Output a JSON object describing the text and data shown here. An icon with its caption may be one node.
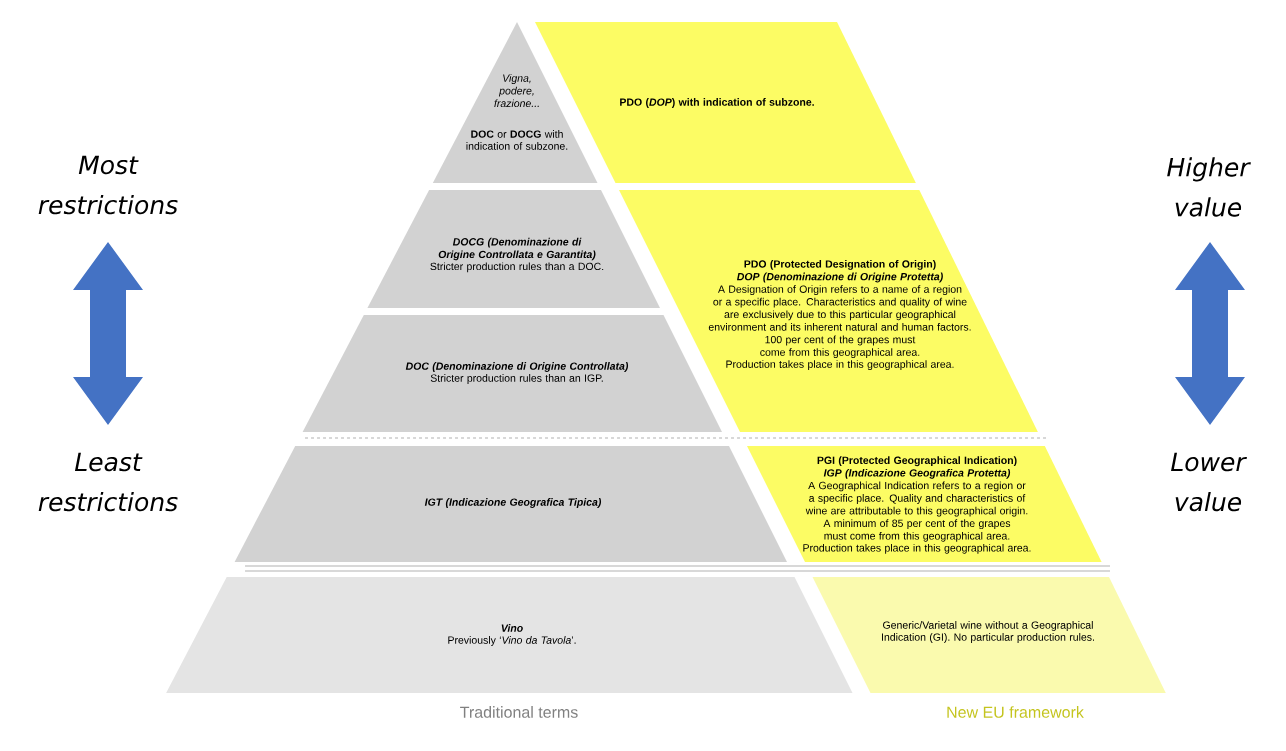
{
  "diagram": {
    "nodes": [
      {
        "text": [
          "Vigna, podere, frazione...",
          "**DOC** or **DOCG** with indication of subzone."
        ]
      },
      {
        "text": [
          "DOCG (Denominazione di Origine Controllata e Garantita)",
          "Stricter production rules than a DOC."
        ]
      },
      {
        "text": [
          "DOC (Denominazione di Origine Controllata)",
          "Stricter production rules than an IGP."
        ]
      },
      {
        "text": [
          "IGT (Indicazione Geografica Tipica)"
        ]
      },
      {
        "text": [
          "Vino",
          "Previously ‘*Vino da Tavola*’."
        ]
      },
      {
        "text": [
          "PDO (*DOP*) with indication of subzone."
        ]
      },
      {
        "text": [
          "PDO (Protected Designation of Origin)",
          "DOP (Denominazione di Origine Protetta)",
          "A Designation of Origin refers to a name of a region or a specific place. Characteristics and quality of wine are exclusively due to this particular geographical environment and its inherent natural and human factors.",
          "100 per cent of the grapes must come from this geographical area.",
          "Production takes place in this geographical area."
        ]
      },
      {
        "text": [
          "PGI (Protected Geographical Indication)",
          "IGP (Indicazione Geografica Protetta)",
          "A Geographical Indication refers to a region or a specific place. Quality and characteristics of wine are attributable to this geographical origin.",
          "A minimum of 85 per cent of the grapes must come from this geographical area.",
          "Production takes place in this geographical area."
        ]
      },
      {
        "text": [
          "Generic/Varietal wine without a Geographical Indication (GI). No particular production rules."
        ]
      }
    ],
    "labels": [
      "Most restrictions",
      "Higher value",
      "Least restrictions",
      "Lower value",
      "Traditional terms",
      "New EU framework"
    ]
  }
}
